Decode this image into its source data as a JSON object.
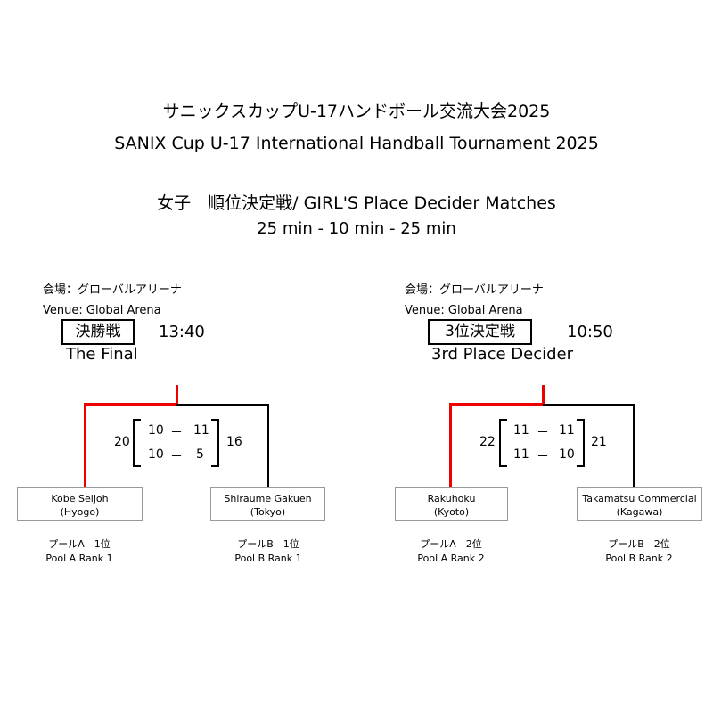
{
  "header": {
    "title_jp": "サニックスカップU-17ハンドボール交流大会2025",
    "title_en": "SANIX Cup U-17 International Handball Tournament 2025",
    "subtitle": "女子　順位決定戦/ GIRL'S Place Decider Matches",
    "format": "25 min - 10 min - 25 min"
  },
  "matches": [
    {
      "venue_jp": "会場：グローバルアリーナ",
      "venue_en": "Venue: Global Arena",
      "name_jp": "決勝戦",
      "time": "13:40",
      "name_en": "The Final",
      "total_left": "20",
      "total_right": "16",
      "halves": [
        {
          "left": "10",
          "sep": "－",
          "right": "11"
        },
        {
          "left": "10",
          "sep": "－",
          "right": "5"
        }
      ],
      "team_left": {
        "name": "Kobe Seijoh",
        "region": "(Hyogo)",
        "pool_jp": "プールA　1位",
        "pool_en": "Pool A Rank 1"
      },
      "team_right": {
        "name": "Shiraume Gakuen",
        "region": "(Tokyo)",
        "pool_jp": "プールB　1位",
        "pool_en": "Pool B Rank 1"
      },
      "winner": "left"
    },
    {
      "venue_jp": "会場：グローバルアリーナ",
      "venue_en": "Venue: Global Arena",
      "name_jp": "3位決定戦",
      "time": "10:50",
      "name_en": "3rd Place Decider",
      "total_left": "22",
      "total_right": "21",
      "halves": [
        {
          "left": "11",
          "sep": "－",
          "right": "11"
        },
        {
          "left": "11",
          "sep": "－",
          "right": "10"
        }
      ],
      "team_left": {
        "name": "Rakuhoku",
        "region": "(Kyoto)",
        "pool_jp": "プールA　2位",
        "pool_en": "Pool A Rank 2"
      },
      "team_right": {
        "name": "Takamatsu Commercial",
        "region": "(Kagawa)",
        "pool_jp": "プールB　2位",
        "pool_en": "Pool B Rank 2"
      },
      "winner": "left"
    }
  ],
  "colors": {
    "winner_line": "#ee0000",
    "line": "#000000"
  }
}
